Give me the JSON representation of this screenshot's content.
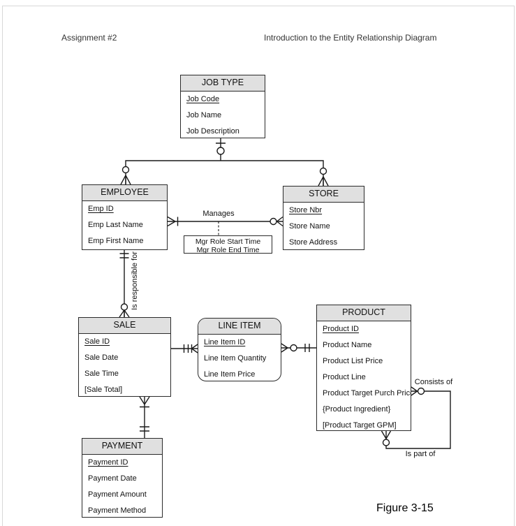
{
  "page": {
    "header_left": "Assignment #2",
    "header_right": "Introduction to the Entity Relationship Diagram",
    "figure_caption": "Figure 3-15"
  },
  "colors": {
    "entity_header_bg": "#e0e0e0",
    "entity_border": "#2a2a2a",
    "line": "#1a1a1a",
    "page_frame": "#d8d8d8"
  },
  "entities": {
    "job_type": {
      "title": "JOB TYPE",
      "attributes": [
        {
          "text": "Job Code",
          "underline": true
        },
        {
          "text": "Job Name",
          "underline": false
        },
        {
          "text": "Job Description",
          "underline": false
        }
      ]
    },
    "employee": {
      "title": "EMPLOYEE",
      "attributes": [
        {
          "text": "Emp ID",
          "underline": true
        },
        {
          "text": "Emp Last Name",
          "underline": false
        },
        {
          "text": "Emp First Name",
          "underline": false
        }
      ]
    },
    "store": {
      "title": "STORE",
      "attributes": [
        {
          "text": "Store Nbr",
          "underline": true
        },
        {
          "text": "Store Name",
          "underline": false
        },
        {
          "text": "Store Address",
          "underline": false
        }
      ]
    },
    "sale": {
      "title": "SALE",
      "attributes": [
        {
          "text": "Sale ID",
          "underline": true
        },
        {
          "text": "Sale Date",
          "underline": false
        },
        {
          "text": "Sale Time",
          "underline": false
        },
        {
          "text": "[Sale Total]",
          "underline": false
        }
      ]
    },
    "line_item": {
      "title": "LINE ITEM",
      "attributes": [
        {
          "text": "Line Item ID",
          "underline": true
        },
        {
          "text": "Line Item Quantity",
          "underline": false
        },
        {
          "text": "Line Item Price",
          "underline": false
        }
      ]
    },
    "product": {
      "title": "PRODUCT",
      "attributes": [
        {
          "text": "Product ID",
          "underline": true
        },
        {
          "text": "Product Name",
          "underline": false
        },
        {
          "text": "Product List Price",
          "underline": false
        },
        {
          "text": "Product Line",
          "underline": false
        },
        {
          "text": "Product Target Purch Price",
          "underline": false
        },
        {
          "text": "{Product Ingredient}",
          "underline": false
        },
        {
          "text": "[Product Target GPM]",
          "underline": false
        }
      ]
    },
    "payment": {
      "title": "PAYMENT",
      "attributes": [
        {
          "text": "Payment ID",
          "underline": true
        },
        {
          "text": "Payment Date",
          "underline": false
        },
        {
          "text": "Payment Amount",
          "underline": false
        },
        {
          "text": "Payment Method",
          "underline": false
        }
      ]
    }
  },
  "associative_attribute_box": {
    "line1": "Mgr Role Start Time",
    "line2": "Mgr Role End Time"
  },
  "relationship_labels": {
    "manages": "Manages",
    "is_responsible_for": "Is responsible for",
    "consists_of": "Consists of",
    "is_part_of": "Is part of"
  }
}
